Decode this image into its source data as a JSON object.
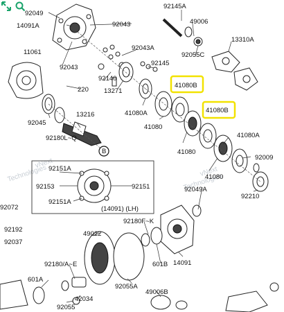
{
  "toolbar": {
    "buttons": [
      "expand-icon",
      "zoom-icon"
    ]
  },
  "colors": {
    "highlight": "#f2e200",
    "line": "#222222",
    "watermark": "#9aa6b2"
  },
  "watermark": {
    "line1": "vNext",
    "line2": "Technologies"
  },
  "labels": {
    "p92049": "92049",
    "p92145A": "92145A",
    "p14091A": "14091A",
    "p92043_top": "92043",
    "p49006": "49006",
    "p13310A": "13310A",
    "p92043A": "92043A",
    "p11061": "11061",
    "p92055C": "92055C",
    "p92145": "92145",
    "p92043_mid": "92043",
    "p92140": "92140",
    "p41080B_1": "41080B",
    "p220": "220",
    "p13271": "13271",
    "p41080A_top": "41080A",
    "p41080B_2": "41080B",
    "p13216": "13216",
    "p41080_1": "41080",
    "p92045": "92045",
    "p92180LQ": "92180L~Q",
    "p41080A_mid": "41080A",
    "pB": "B",
    "p41080_2": "41080",
    "p92009": "92009",
    "p92151A_top": "92151A",
    "p41080_3": "41080",
    "p92153": "92153",
    "p92151": "92151",
    "p92049A": "92049A",
    "p92210": "92210",
    "p92151A_bot": "92151A",
    "pAssy": "(14091) (LH)",
    "p92072": "92072",
    "p92180FK": "92180F~K",
    "p92192": "92192",
    "p49022": "49022",
    "p92037": "92037",
    "p14091": "14091",
    "p92180AE": "92180/A~E",
    "p601B": "601B",
    "p601A": "601A",
    "p92055A": "92055A",
    "p49006B": "49006B",
    "p42034": "42034",
    "p92055": "92055"
  }
}
